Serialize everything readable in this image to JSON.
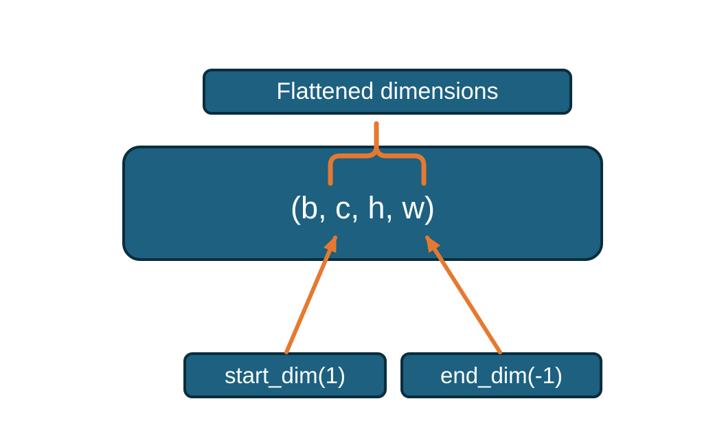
{
  "diagram": {
    "title_box": {
      "label": "Flattened dimensions"
    },
    "tensor_box": {
      "label": "(b, c, h, w)"
    },
    "start_box": {
      "label": "start_dim(1)"
    },
    "end_box": {
      "label": "end_dim(-1)"
    },
    "connectors": {
      "brace": "curly-brace-spanning-c-h-w",
      "stem": "stem-from-title-box-to-brace",
      "arrow_start": "arrow-from-start-dim-to-c",
      "arrow_end": "arrow-from-end-dim-to-w"
    },
    "colors": {
      "box_fill": "#1d6080",
      "box_border": "#0b2d3c",
      "accent_orange": "#e6792f",
      "text": "#fdfdfd",
      "background": "#ffffff"
    }
  }
}
